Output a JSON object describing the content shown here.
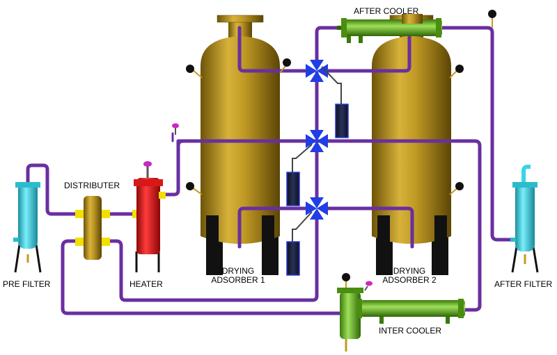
{
  "labels": {
    "after_cooler": "AFTER COOLER",
    "distributer": "DISTRIBUTER",
    "pre_filter": "PRE FILTER",
    "heater": "HEATER",
    "drying_adsorber_1_line1": "DRYING",
    "drying_adsorber_1_line2": "ADSORBER 1",
    "drying_adsorber_2_line1": "DRYING",
    "drying_adsorber_2_line2": "ADSORBER 2",
    "after_filter": "AFTER FILTER",
    "inter_cooler": "INTER COOLER"
  },
  "colors": {
    "pipe": "#6a2fa0",
    "vessel": "#b8941e",
    "vessel_dark": "#6e5408",
    "cyan_filter": "#36d6e6",
    "heater": "#e01818",
    "cooler": "#5fae1e",
    "valve": "#1f3ee6",
    "cylinder": "#1a1f3a",
    "leg": "#111111"
  }
}
